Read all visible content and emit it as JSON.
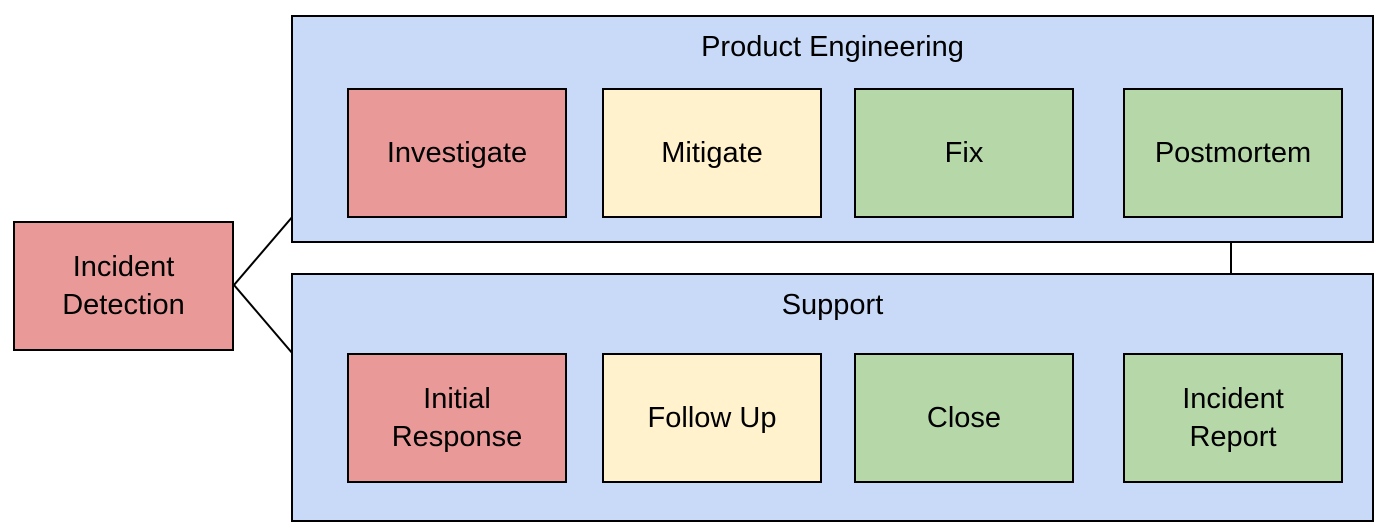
{
  "colors": {
    "background": "#ffffff",
    "lane_fill": "#c9daf8",
    "lane_border": "#000000",
    "node_red": "#ea9999",
    "node_yellow": "#fff2cc",
    "node_green": "#b6d7a8",
    "node_border": "#000000",
    "text": "#000000",
    "arrow": "#000000"
  },
  "start_node": {
    "label": "Incident Detection",
    "color": "node_red"
  },
  "lanes": [
    {
      "title": "Product Engineering",
      "nodes": [
        {
          "label": "Investigate",
          "color": "node_red"
        },
        {
          "label": "Mitigate",
          "color": "node_yellow"
        },
        {
          "label": "Fix",
          "color": "node_green"
        },
        {
          "label": "Postmortem",
          "color": "node_green"
        }
      ]
    },
    {
      "title": "Support",
      "nodes": [
        {
          "label": "Initial Response",
          "color": "node_red"
        },
        {
          "label": "Follow Up",
          "color": "node_yellow"
        },
        {
          "label": "Close",
          "color": "node_green"
        },
        {
          "label": "Incident Report",
          "color": "node_green"
        }
      ]
    }
  ],
  "edges": [
    {
      "from": "Incident Detection",
      "to": "Investigate"
    },
    {
      "from": "Incident Detection",
      "to": "Initial Response"
    },
    {
      "from": "Investigate",
      "to": "Mitigate"
    },
    {
      "from": "Mitigate",
      "to": "Fix"
    },
    {
      "from": "Fix",
      "to": "Postmortem"
    },
    {
      "from": "Postmortem",
      "to": "Incident Report"
    },
    {
      "from": "Initial Response",
      "to": "Follow Up"
    },
    {
      "from": "Follow Up",
      "to": "Close"
    },
    {
      "from": "Close",
      "to": "Incident Report"
    }
  ]
}
